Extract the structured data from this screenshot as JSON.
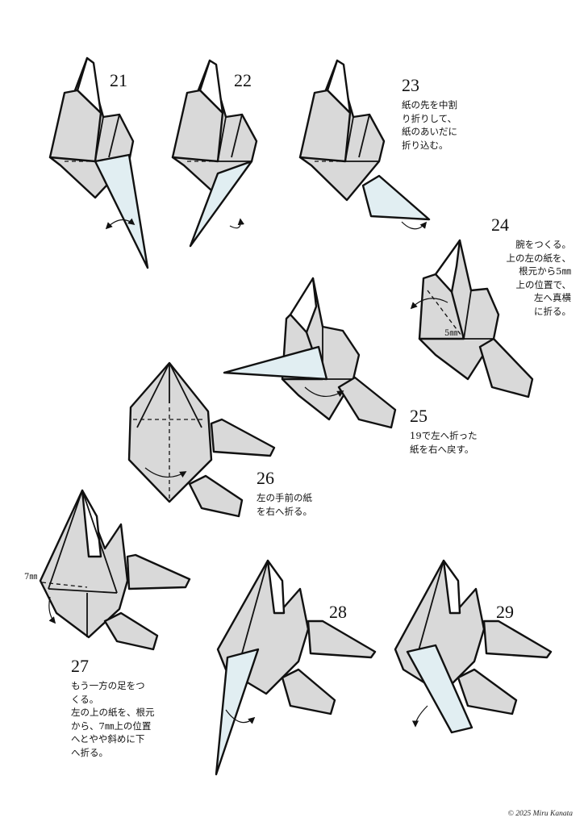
{
  "steps": [
    {
      "number": "21",
      "text": ""
    },
    {
      "number": "22",
      "text": ""
    },
    {
      "number": "23",
      "text": "紙の先を中割\nり折りして、\n紙のあいだに\n折り込む。"
    },
    {
      "number": "24",
      "text": "腕をつくる。\n上の左の紙を、\n根元から5㎜\n上の位置で、\n左へ真横\nに折る。"
    },
    {
      "number": "25",
      "text": "19で左へ折った\n紙を右へ戻す。"
    },
    {
      "number": "26",
      "text": "左の手前の紙\nを右へ折る。"
    },
    {
      "number": "27",
      "text": "もう一方の足をつ\nくる。\n左の上の紙を、根元\nから、7㎜上の位置\nへとやや斜めに下\nへ折る。"
    },
    {
      "number": "28",
      "text": ""
    },
    {
      "number": "29",
      "text": ""
    }
  ],
  "measure_24": "5㎜",
  "measure_27": "7㎜",
  "copyright": "© 2025 Miru Kanata",
  "colors": {
    "paper": "#d9d9d9",
    "highlight": "#e1eef2",
    "line": "#111111"
  }
}
